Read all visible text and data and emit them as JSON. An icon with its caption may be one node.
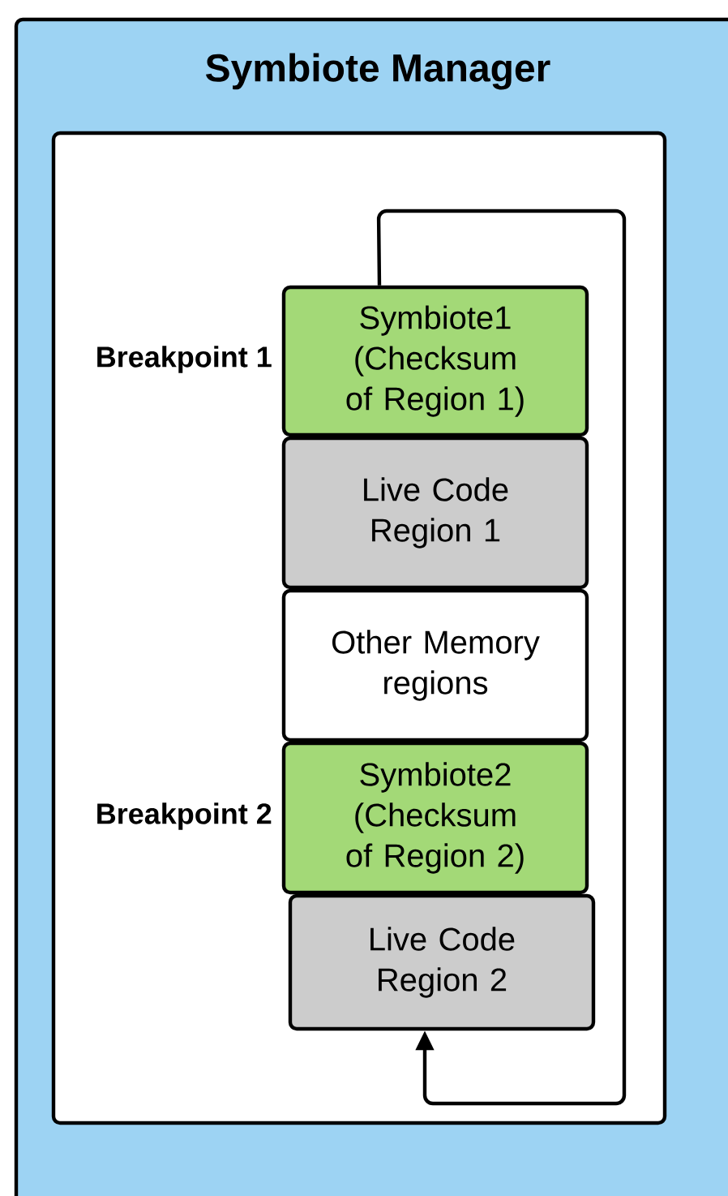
{
  "diagram": {
    "nodes": [
      {
        "text": [
          "Symbiote Manager"
        ]
      },
      {
        "text": [],
        "shape": "box",
        "in": 0
      },
      {
        "text": [
          "Symbiote1 (Checksum of Region 1)"
        ],
        "in": 1,
        "beside": [
          "Breakpoint 1"
        ]
      },
      {
        "text": [
          "Live Code Region 1"
        ],
        "in": 1
      },
      {
        "text": [
          "Other Memory regions"
        ],
        "in": 1
      },
      {
        "text": [
          "Symbiote2 (Checksum of Region 2)"
        ],
        "in": 1,
        "beside": [
          "Breakpoint 2"
        ]
      },
      {
        "text": [
          "Live Code Region 2"
        ],
        "in": 1
      }
    ],
    "edges": [
      {
        "from": 2,
        "to": 6,
        "arrow": "to"
      }
    ]
  }
}
